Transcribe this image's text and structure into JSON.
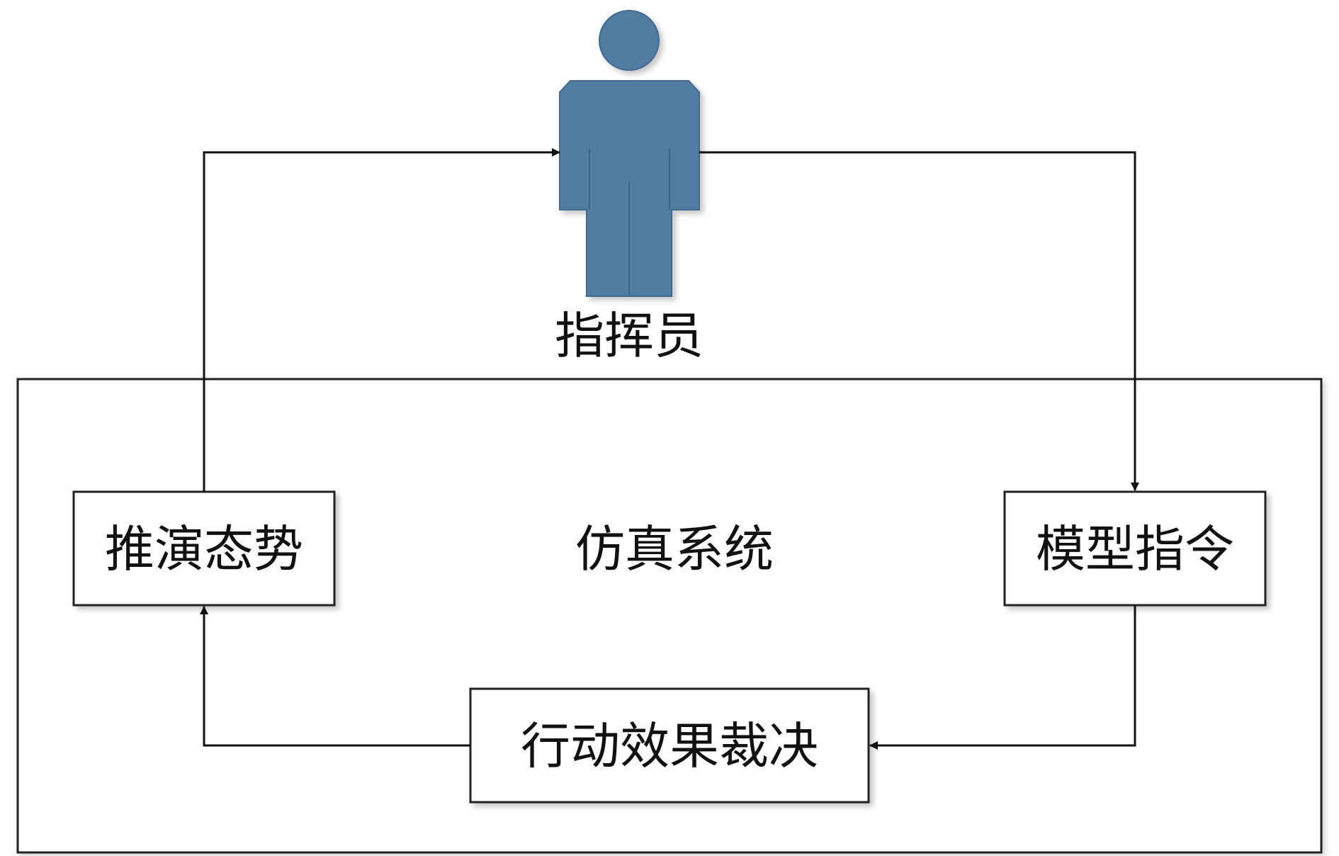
{
  "operator": {
    "label": "指挥员",
    "icon": "person-icon",
    "color": "#527BA3"
  },
  "system": {
    "label": "仿真系统"
  },
  "nodes": {
    "deduction_situation": "推演态势",
    "model_command": "模型指令",
    "action_adjudication": "行动效果裁决"
  }
}
